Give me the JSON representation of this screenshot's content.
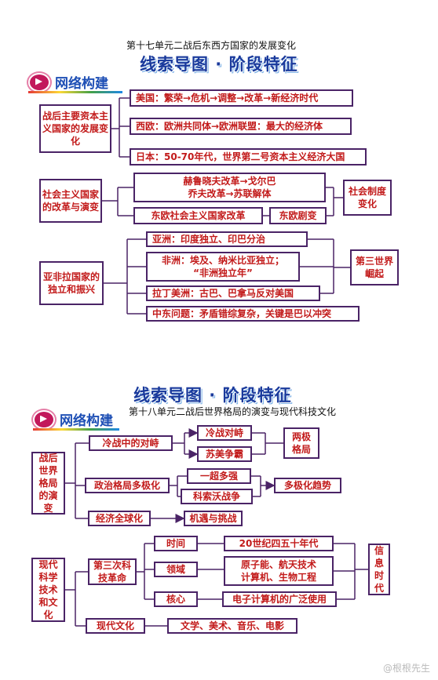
{
  "unit17": {
    "title": "第十七单元二战后东西方国家的发展变化",
    "banner": "线索导图 · 阶段特征",
    "network_label": "网络构建",
    "group1": {
      "root": "战后主要资本主义国家的发展变化",
      "items": [
        "美国：繁荣→危机→调整→改革→新经济时代",
        "西欧：欧洲共同体→欧洲联盟：最大的经济体",
        "日本：50-70年代，世界第二号资本主义经济大国"
      ]
    },
    "group2": {
      "root": "社会主义国家的改革与演变",
      "soviet_line1": "赫鲁晓夫改革→戈尔巴",
      "soviet_line2": "乔夫改革→苏联解体",
      "east_europe": "东欧社会主义国家改革",
      "drastic": "东欧剧变",
      "result": "社会制度变化"
    },
    "group3": {
      "root": "亚非拉国家的独立和振兴",
      "asia": "亚洲：印度独立、印巴分治",
      "africa_line1": "非洲：埃及、纳米比亚独立；",
      "africa_line2": "“非洲独立年”",
      "latin": "拉丁美洲：古巴、巴拿马反对美国",
      "mideast": "中东问题：矛盾错综复杂，关键是巴以冲突",
      "result": "第三世界崛起"
    }
  },
  "unit18": {
    "banner": "线索导图 · 阶段特征",
    "title": "第十八单元二战后世界格局的演变与现代科技文化",
    "network_label": "网络构建",
    "group1": {
      "root": "战后世界格局的演变",
      "cold_war": "冷战中的对峙",
      "confront": "冷战对峙",
      "hegemony": "苏美争霸",
      "bipolar": "两极格局",
      "multipolar_trend": "政治格局多极化",
      "one_super": "一超多强",
      "kosovo": "科索沃战争",
      "multipolar": "多极化趋势",
      "globalization": "经济全球化",
      "opportunity": "机遇与挑战"
    },
    "group2": {
      "root": "现代科学技术和文化",
      "third_rev": "第三次科技革命",
      "time": "时间",
      "time_val": "20世纪四五十年代",
      "field": "领域",
      "field_line1": "原子能、航天技术",
      "field_line2": "计算机、生物工程",
      "core": "核心",
      "core_val": "电子计算机的广泛使用",
      "info_age": "信息时代",
      "culture": "现代文化",
      "culture_val": "文学、美术、音乐、电影"
    }
  },
  "watermark": "@根根先生"
}
